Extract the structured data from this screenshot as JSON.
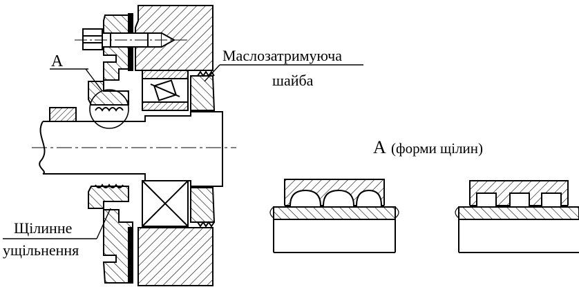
{
  "labels": {
    "callout_a": "А",
    "oil_washer_line1": "Маслозатримуюча",
    "oil_washer_line2": "шайба",
    "detail_a_letter": "А",
    "detail_a_caption": "(форми щілин)",
    "slot_seal_line1": "Щілинне",
    "slot_seal_line2": "ущільнення"
  },
  "colors": {
    "ink": "#000000",
    "paper": "#ffffff"
  },
  "details": {
    "left_groove_shape": "rounded",
    "right_groove_shape": "rectangular",
    "groove_count": 3
  }
}
